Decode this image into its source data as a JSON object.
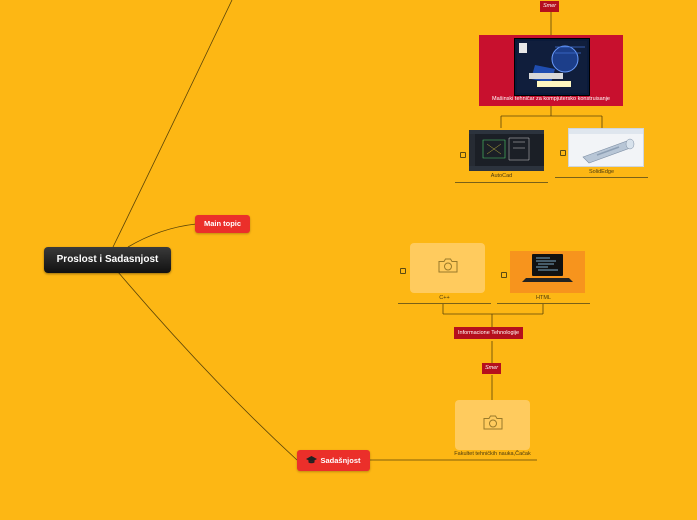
{
  "central": {
    "label": "Proslost i Sadasnjost"
  },
  "main_topic": {
    "label": "Main topic"
  },
  "sadasnjost": {
    "label": "Sadašnjost",
    "icon": "graduation-cap-icon"
  },
  "top_branch": {
    "smer_tag": "Smer",
    "focus_caption": "Mašinski tehničar za kompjutersko konstruisanje",
    "children": [
      {
        "label": "AutoCad"
      },
      {
        "label": "SolidEdge"
      }
    ]
  },
  "bottom_branch": {
    "faculty_label": "Fakultet tehničkih nauka,Čačak",
    "smer_tag": "Smer",
    "it_label": "Informacione Tehnologije",
    "children": [
      {
        "label": "C++",
        "icon": "camera-icon"
      },
      {
        "label": "HTML"
      }
    ]
  },
  "colors": {
    "background": "#FDB714",
    "topic_red": "#EB2F2A",
    "tag_red": "#B50F1D",
    "placeholder": "#FFCB5E",
    "central": "#1a1a1a"
  }
}
